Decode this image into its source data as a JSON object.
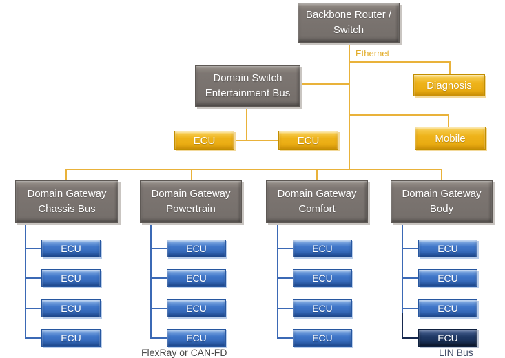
{
  "labels": {
    "backbone_line1": "Backbone Router /",
    "backbone_line2": "Switch",
    "domain_switch_line1": "Domain Switch",
    "domain_switch_line2": "Entertainment Bus",
    "diagnosis": "Diagnosis",
    "mobile": "Mobile",
    "ecu": "ECU",
    "ethernet": "Ethernet",
    "flexray": "FlexRay or CAN-FD",
    "lin_bus": "LIN Bus"
  },
  "gateways": [
    {
      "line1": "Domain Gateway",
      "line2": "Chassis Bus",
      "ecus": [
        "ECU",
        "ECU",
        "ECU",
        "ECU"
      ]
    },
    {
      "line1": "Domain Gateway",
      "line2": "Powertrain",
      "ecus": [
        "ECU",
        "ECU",
        "ECU",
        "ECU"
      ]
    },
    {
      "line1": "Domain Gateway",
      "line2": "Comfort",
      "ecus": [
        "ECU",
        "ECU",
        "ECU",
        "ECU"
      ]
    },
    {
      "line1": "Domain Gateway",
      "line2": "Body",
      "ecus": [
        "ECU",
        "ECU",
        "ECU",
        "ECU"
      ]
    }
  ],
  "colors": {
    "gray_node": "#7b7470",
    "gold_node": "#edb11c",
    "blue_node": "#3f73c6",
    "dark_blue_node": "#1f3864",
    "connector_gold": "#e9b23a",
    "connector_blue": "#3b69b5",
    "connector_dark": "#17294f",
    "node_text": "#ffffff"
  }
}
